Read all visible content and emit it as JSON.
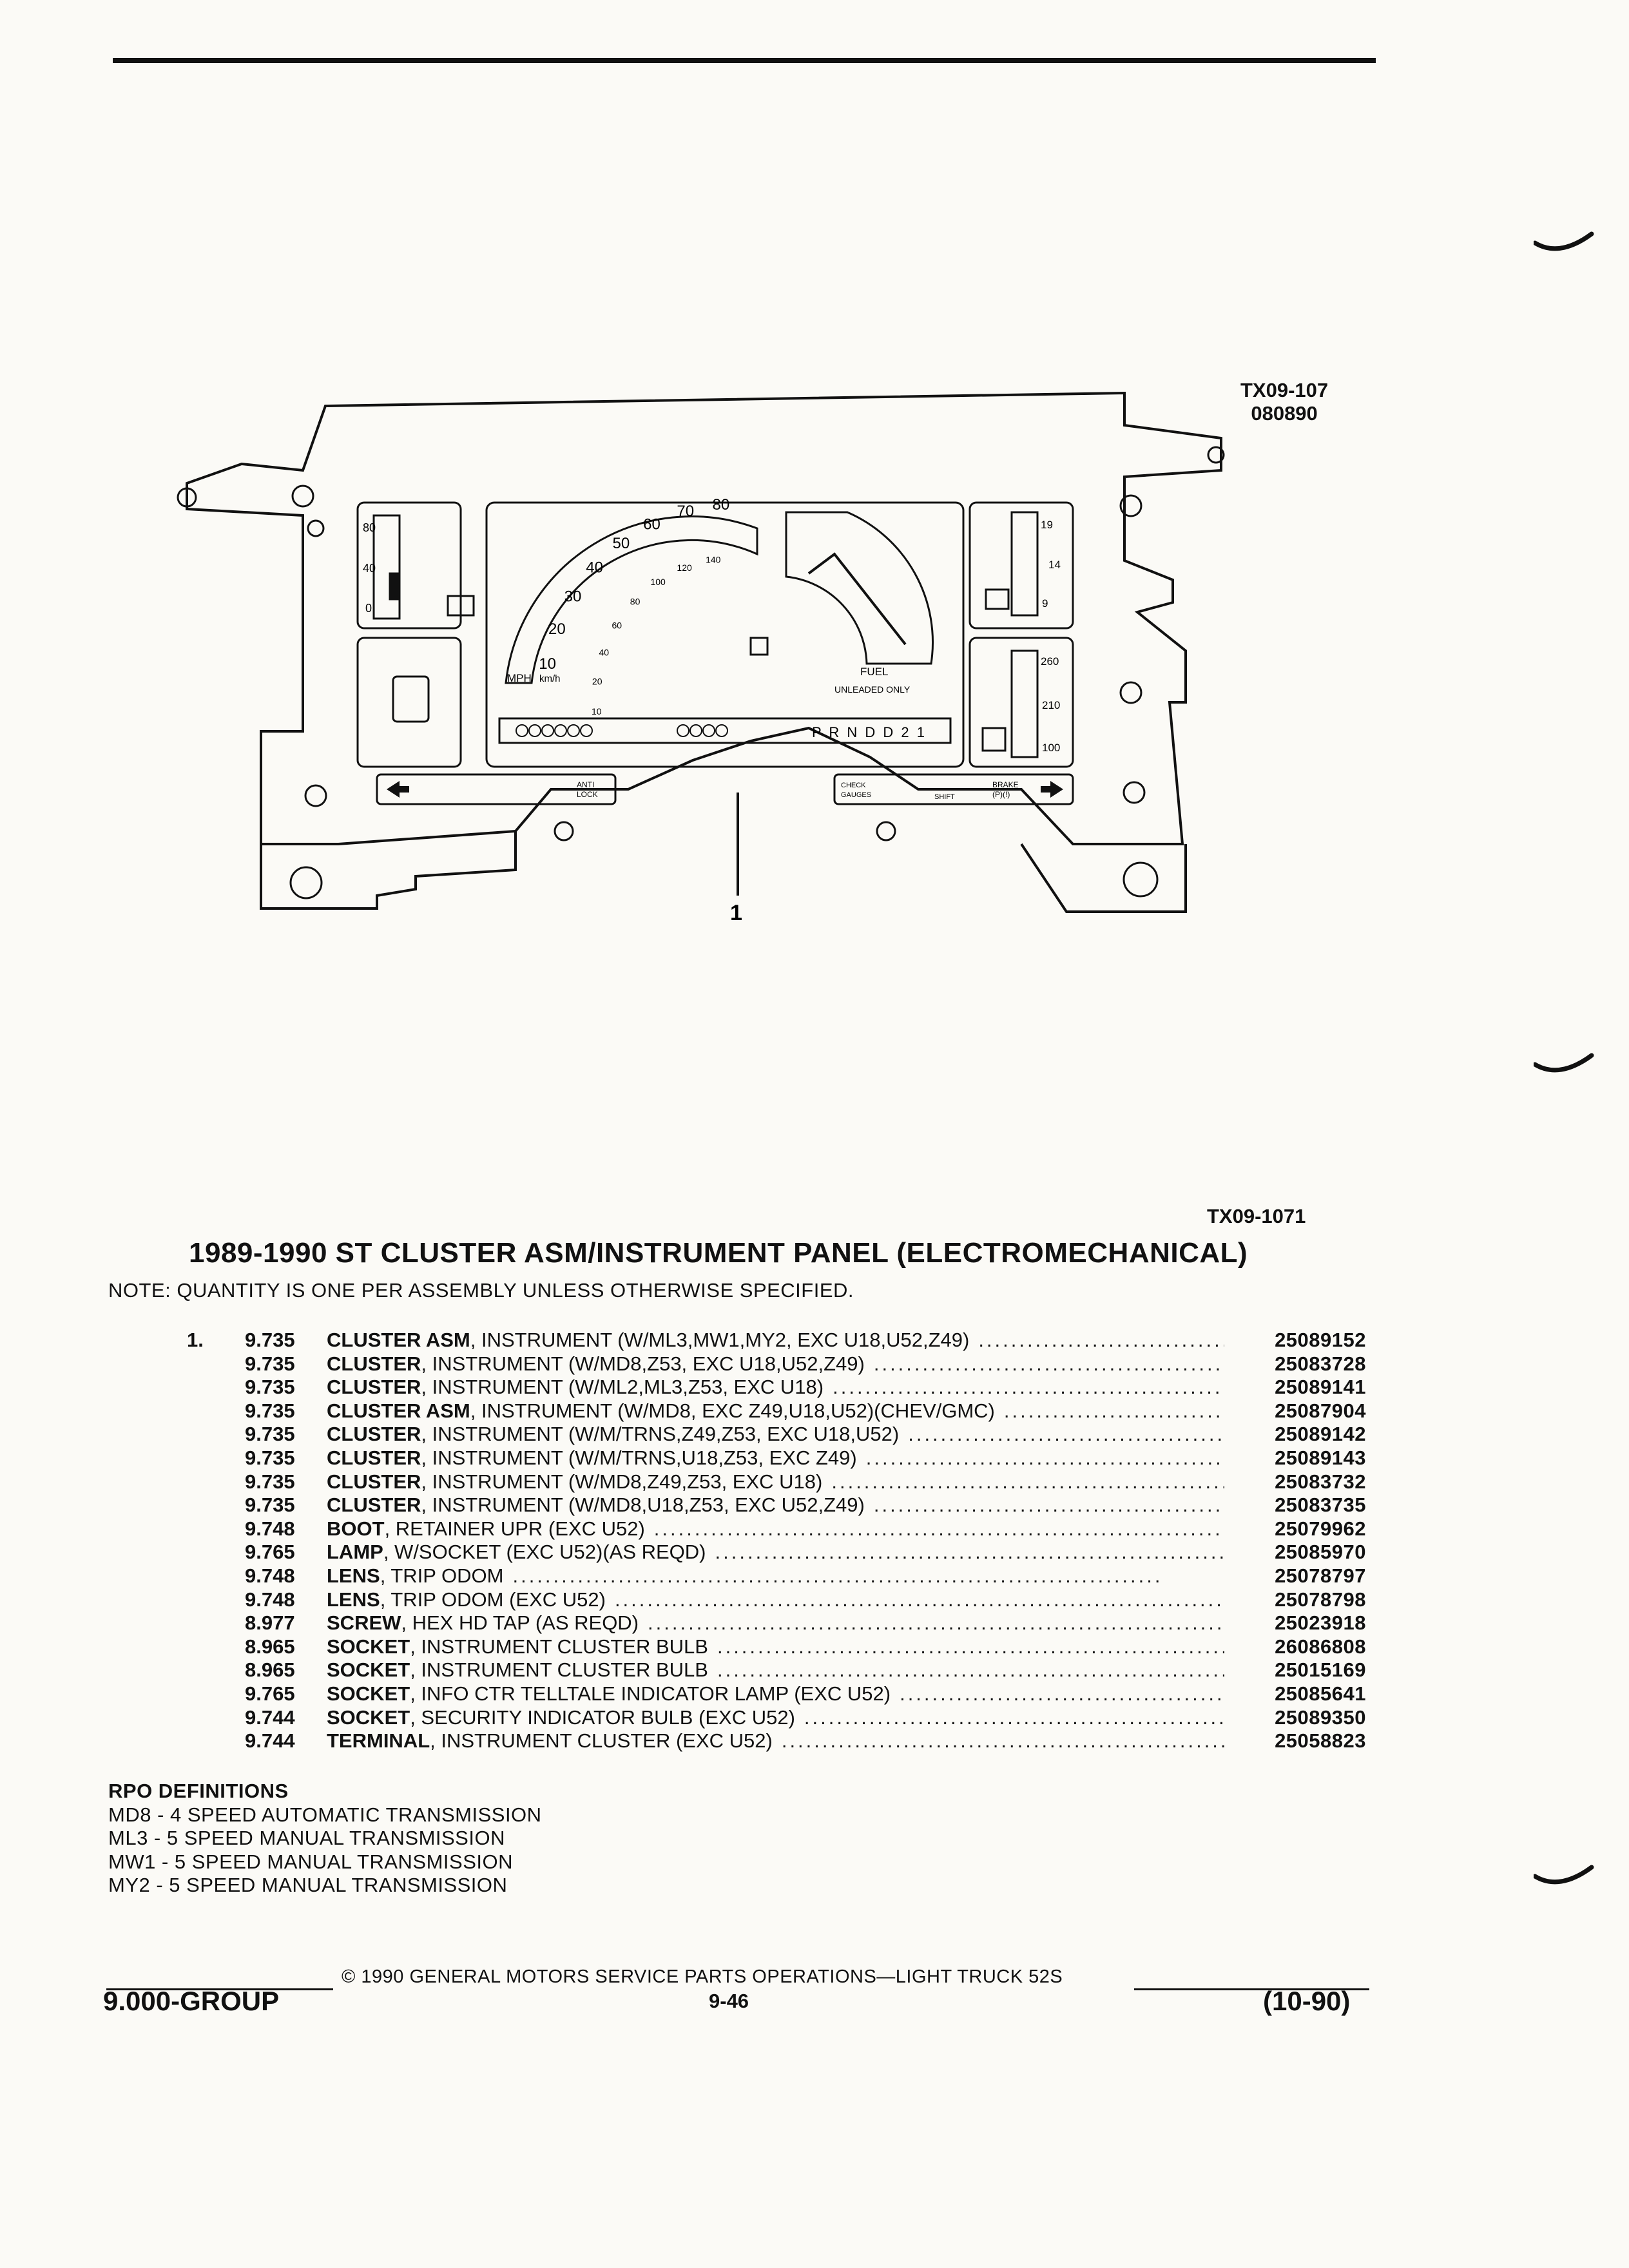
{
  "figure": {
    "ref_top": [
      "TX09-107",
      "080890"
    ],
    "ref_bottom": "TX09-1071",
    "callout": "1",
    "gauges": {
      "left_scale": [
        "80",
        "40",
        "0"
      ],
      "speed_mph": [
        "10",
        "20",
        "30",
        "40",
        "50",
        "60",
        "70",
        "80"
      ],
      "speed_kmh": [
        "10",
        "20",
        "40",
        "60",
        "80",
        "100",
        "120",
        "140"
      ],
      "units_mph": "MPH",
      "units_kmh": "km/h",
      "fuel_label": "FUEL",
      "fuel_note": "UNLEADED ONLY",
      "volt_scale": [
        "19",
        "14",
        "9"
      ],
      "temp_scale": [
        "260",
        "210",
        "100"
      ],
      "prndl": "P R N D D 2 1",
      "p_letter": "P",
      "anti_lock": [
        "ANTI",
        "LOCK"
      ],
      "check_gauges": [
        "CHECK",
        "GAUGES"
      ],
      "shift": "SHIFT",
      "brake": [
        "BRAKE",
        "(P)(!)"
      ]
    }
  },
  "title": "1989-1990 ST CLUSTER ASM/INSTRUMENT PANEL (ELECTROMECHANICAL)",
  "note": "NOTE: QUANTITY IS ONE PER ASSEMBLY UNLESS OTHERWISE SPECIFIED.",
  "parts": [
    {
      "no": "1.",
      "group": "9.735",
      "name": "CLUSTER ASM",
      "desc": ", INSTRUMENT (W/ML3,MW1,MY2, EXC U18,U52,Z49)",
      "part": "25089152"
    },
    {
      "no": "",
      "group": "9.735",
      "name": "CLUSTER",
      "desc": ", INSTRUMENT (W/MD8,Z53, EXC U18,U52,Z49)",
      "part": "25083728"
    },
    {
      "no": "",
      "group": "9.735",
      "name": "CLUSTER",
      "desc": ", INSTRUMENT (W/ML2,ML3,Z53, EXC U18)",
      "part": "25089141"
    },
    {
      "no": "",
      "group": "9.735",
      "name": "CLUSTER ASM",
      "desc": ", INSTRUMENT (W/MD8, EXC Z49,U18,U52)(CHEV/GMC)",
      "part": "25087904"
    },
    {
      "no": "",
      "group": "9.735",
      "name": "CLUSTER",
      "desc": ", INSTRUMENT (W/M/TRNS,Z49,Z53, EXC U18,U52)",
      "part": "25089142"
    },
    {
      "no": "",
      "group": "9.735",
      "name": "CLUSTER",
      "desc": ", INSTRUMENT (W/M/TRNS,U18,Z53, EXC Z49)",
      "part": "25089143"
    },
    {
      "no": "",
      "group": "9.735",
      "name": "CLUSTER",
      "desc": ", INSTRUMENT (W/MD8,Z49,Z53, EXC U18)",
      "part": "25083732"
    },
    {
      "no": "",
      "group": "9.735",
      "name": "CLUSTER",
      "desc": ", INSTRUMENT (W/MD8,U18,Z53, EXC U52,Z49)",
      "part": "25083735"
    },
    {
      "no": "",
      "group": "9.748",
      "name": "BOOT",
      "desc": ", RETAINER UPR (EXC U52)",
      "part": "25079962"
    },
    {
      "no": "",
      "group": "9.765",
      "name": "LAMP",
      "desc": ", W/SOCKET (EXC U52)(AS REQD)",
      "part": "25085970"
    },
    {
      "no": "",
      "group": "9.748",
      "name": "LENS",
      "desc": ", TRIP ODOM",
      "part": "25078797"
    },
    {
      "no": "",
      "group": "9.748",
      "name": "LENS",
      "desc": ", TRIP ODOM (EXC U52)",
      "part": "25078798"
    },
    {
      "no": "",
      "group": "8.977",
      "name": "SCREW",
      "desc": ", HEX HD TAP (AS REQD)",
      "part": "25023918"
    },
    {
      "no": "",
      "group": "8.965",
      "name": "SOCKET",
      "desc": ", INSTRUMENT CLUSTER BULB",
      "part": "26086808"
    },
    {
      "no": "",
      "group": "8.965",
      "name": "SOCKET",
      "desc": ", INSTRUMENT CLUSTER BULB",
      "part": "25015169"
    },
    {
      "no": "",
      "group": "9.765",
      "name": "SOCKET",
      "desc": ", INFO CTR TELLTALE INDICATOR LAMP (EXC U52)",
      "part": "25085641"
    },
    {
      "no": "",
      "group": "9.744",
      "name": "SOCKET",
      "desc": ", SECURITY INDICATOR BULB (EXC U52)",
      "part": "25089350"
    },
    {
      "no": "",
      "group": "9.744",
      "name": "TERMINAL",
      "desc": ", INSTRUMENT CLUSTER (EXC U52)",
      "part": "25058823"
    }
  ],
  "rpo": {
    "title": "RPO DEFINITIONS",
    "items": [
      "MD8 - 4 SPEED AUTOMATIC TRANSMISSION",
      "ML3 - 5 SPEED MANUAL TRANSMISSION",
      "MW1 - 5 SPEED MANUAL TRANSMISSION",
      "MY2 - 5 SPEED MANUAL TRANSMISSION"
    ]
  },
  "footer": {
    "copyright": "© 1990 GENERAL MOTORS SERVICE PARTS OPERATIONS—LIGHT TRUCK 52S",
    "group": "9.000-GROUP",
    "page": "9-46",
    "date": "(10-90)"
  }
}
